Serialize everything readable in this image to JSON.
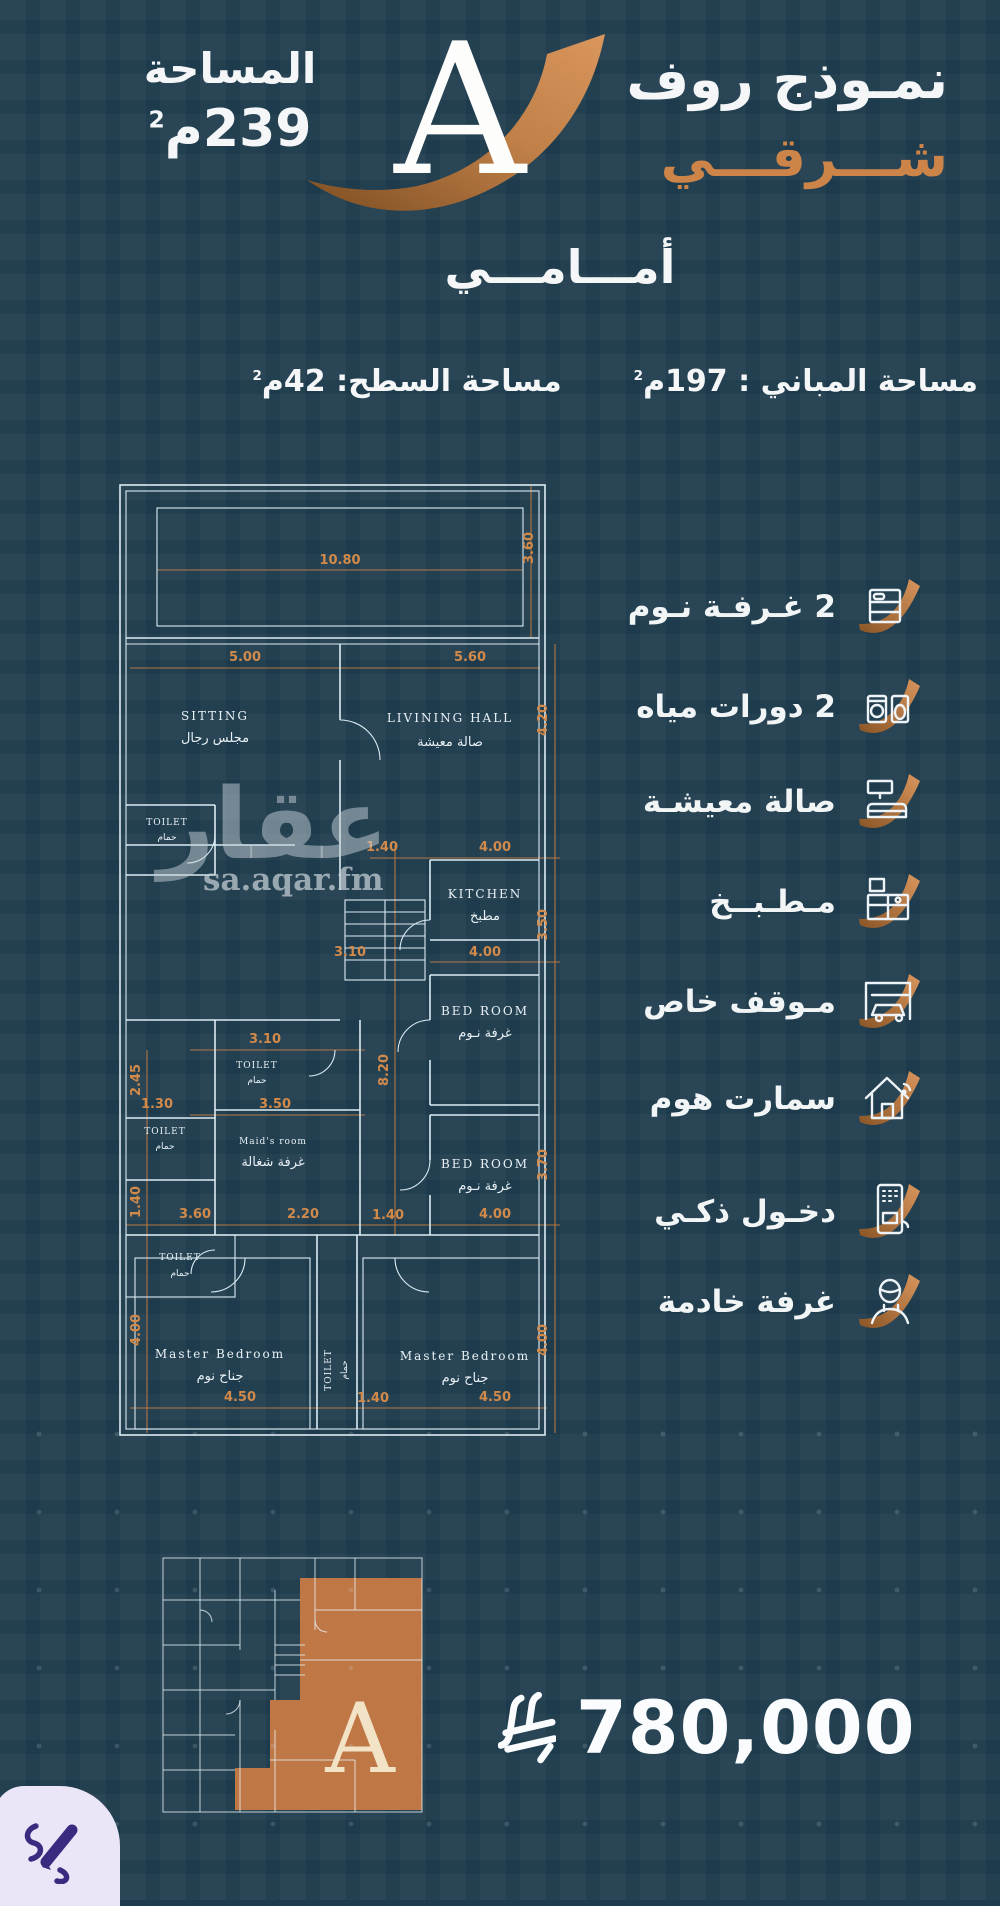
{
  "colors": {
    "background": "#1d3b4c",
    "copper": "#cd8449",
    "plan_line": "#dcebf2",
    "dim_orange": "#d28a4a",
    "thumb_orange": "#bf7746",
    "cream": "#f3e3c6",
    "lavender": "#ebe5f8",
    "purple": "#3b2a80"
  },
  "header": {
    "model_title": "نمـوذج روف",
    "model_subtitle": "شـــرقـــي",
    "model_letter": "A",
    "area_label": "المساحة",
    "area_value": "239م",
    "area_sup": "2",
    "orientation": "أمـــامـــي"
  },
  "info": {
    "building_area": "مساحة المباني : 197م",
    "building_area_sup": "2",
    "roof_area": "مساحة السطح: 42م",
    "roof_area_sup": "2"
  },
  "features": [
    {
      "label": "2 غـرفـة نـوم",
      "icon": "bed-icon"
    },
    {
      "label": "2 دورات مياه",
      "icon": "bath-icon"
    },
    {
      "label": "صالة معيشـة",
      "icon": "living-icon"
    },
    {
      "label": "مـطـبــخ",
      "icon": "kitchen-icon"
    },
    {
      "label": "مـوقف خاص",
      "icon": "parking-icon"
    },
    {
      "label": "سمارت هوم",
      "icon": "smart-home-icon"
    },
    {
      "label": "دخـول ذكـي",
      "icon": "smart-entry-icon"
    },
    {
      "label": "غرفة خادمة",
      "icon": "maid-icon"
    }
  ],
  "plan": {
    "watermark": "عقار",
    "watermark_sub": "sa.aqar.fm",
    "rooms": {
      "sitting_en": "SITTING",
      "sitting_ar": "مجلس رجال",
      "living_en": "LIVINING HALL",
      "living_ar": "صالة معيشة",
      "toilet_en": "TOILET",
      "toilet_ar": "حمام",
      "kitchen_en": "KITCHEN",
      "kitchen_ar": "مطبخ",
      "bedroom_en": "BED ROOM",
      "bedroom_ar": "غرفة نـوم",
      "maid_en": "Maid's room",
      "maid_ar": "غرفة شغالة",
      "master_en": "Master Bedroom",
      "master_ar": "جناح نوم"
    },
    "dims": {
      "d1080": "10.80",
      "d360": "3.60",
      "d500": "5.00",
      "d560": "5.60",
      "d420": "4.20",
      "d140": "1.40",
      "d400": "4.00",
      "d310": "3.10",
      "d350": "3.50",
      "d820": "8.20",
      "d130": "1.30",
      "d245": "2.45",
      "d220": "2.20",
      "d370": "3.70",
      "d450": "4.50"
    }
  },
  "thumbnail": {
    "letter": "A"
  },
  "price": {
    "amount": "780,000",
    "currency_icon": "saudi-riyal-symbol"
  }
}
